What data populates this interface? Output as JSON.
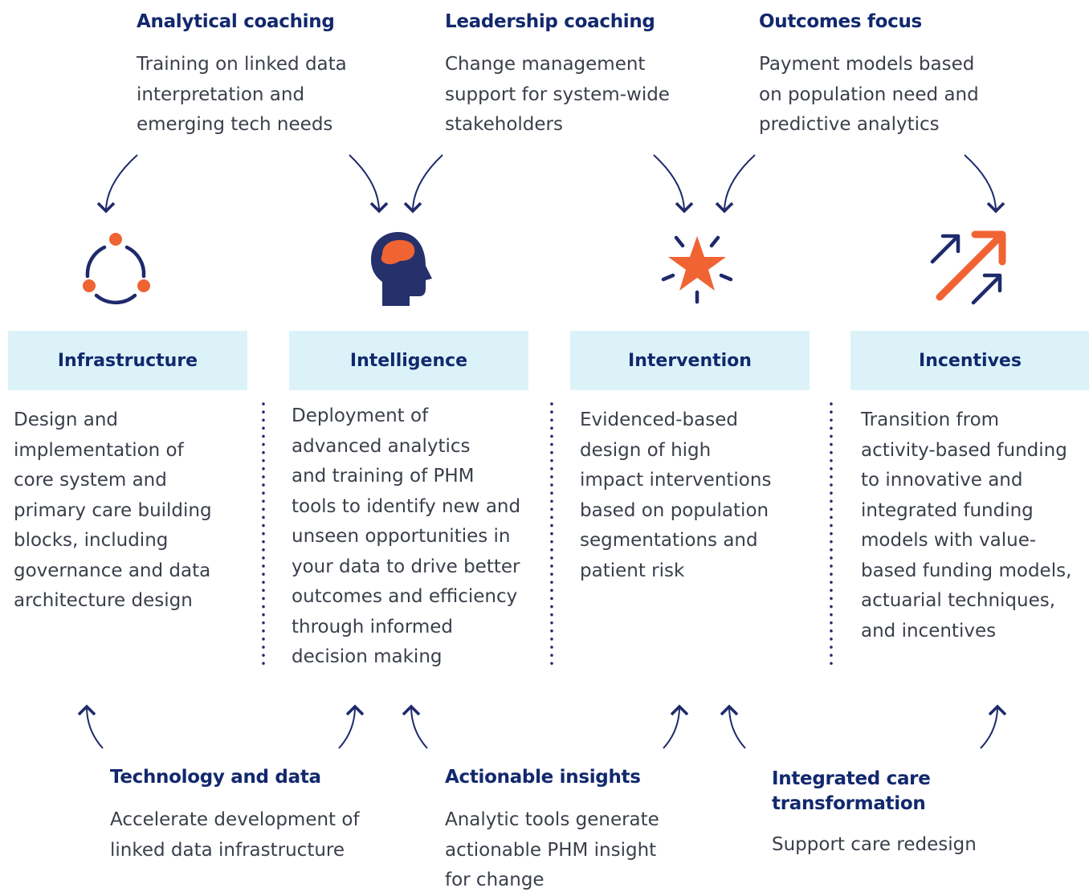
{
  "top_annotations": [
    {
      "title": "Analytical coaching",
      "body": "Training on linked data\ninterpretation and\nemerging tech needs"
    },
    {
      "title": "Leadership coaching",
      "body": "Change management\nsupport for system-wide\nstakeholders"
    },
    {
      "title": "Outcomes focus",
      "body": "Payment models based\non population need and\npredictive analytics"
    }
  ],
  "pillars": [
    {
      "title": "Infrastructure",
      "icon": "cycle-nodes-icon",
      "body": "Design and\nimplementation of\ncore system and\nprimary care building\nblocks, including\ngovernance and data\narchitecture design"
    },
    {
      "title": "Intelligence",
      "icon": "brain-head-icon",
      "body": "Deployment of\nadvanced analytics\nand training of PHM\ntools to identify new and\nunseen opportunities in\nyour data to drive better\noutcomes and efficiency\nthrough informed\ndecision making"
    },
    {
      "title": "Intervention",
      "icon": "burst-star-icon",
      "body": "Evidenced-based\ndesign of high\nimpact interventions\nbased on population\nsegmentations and\npatient risk"
    },
    {
      "title": "Incentives",
      "icon": "rising-arrows-icon",
      "body": "Transition from\nactivity-based funding\nto innovative and\nintegrated funding\nmodels with value-\nbased funding models,\nactuarial techniques,\nand incentives"
    }
  ],
  "bottom_annotations": [
    {
      "title": "Technology and data",
      "body": "Accelerate development of\nlinked data infrastructure"
    },
    {
      "title": "Actionable insights",
      "body": "Analytic tools generate\nactionable PHM insight\nfor change"
    },
    {
      "title": "Integrated care\ntransformation",
      "body": "Support care redesign"
    }
  ],
  "colors": {
    "navy": "#1e2a6b",
    "orange": "#f06332",
    "header_bg": "#dbf3f8"
  }
}
